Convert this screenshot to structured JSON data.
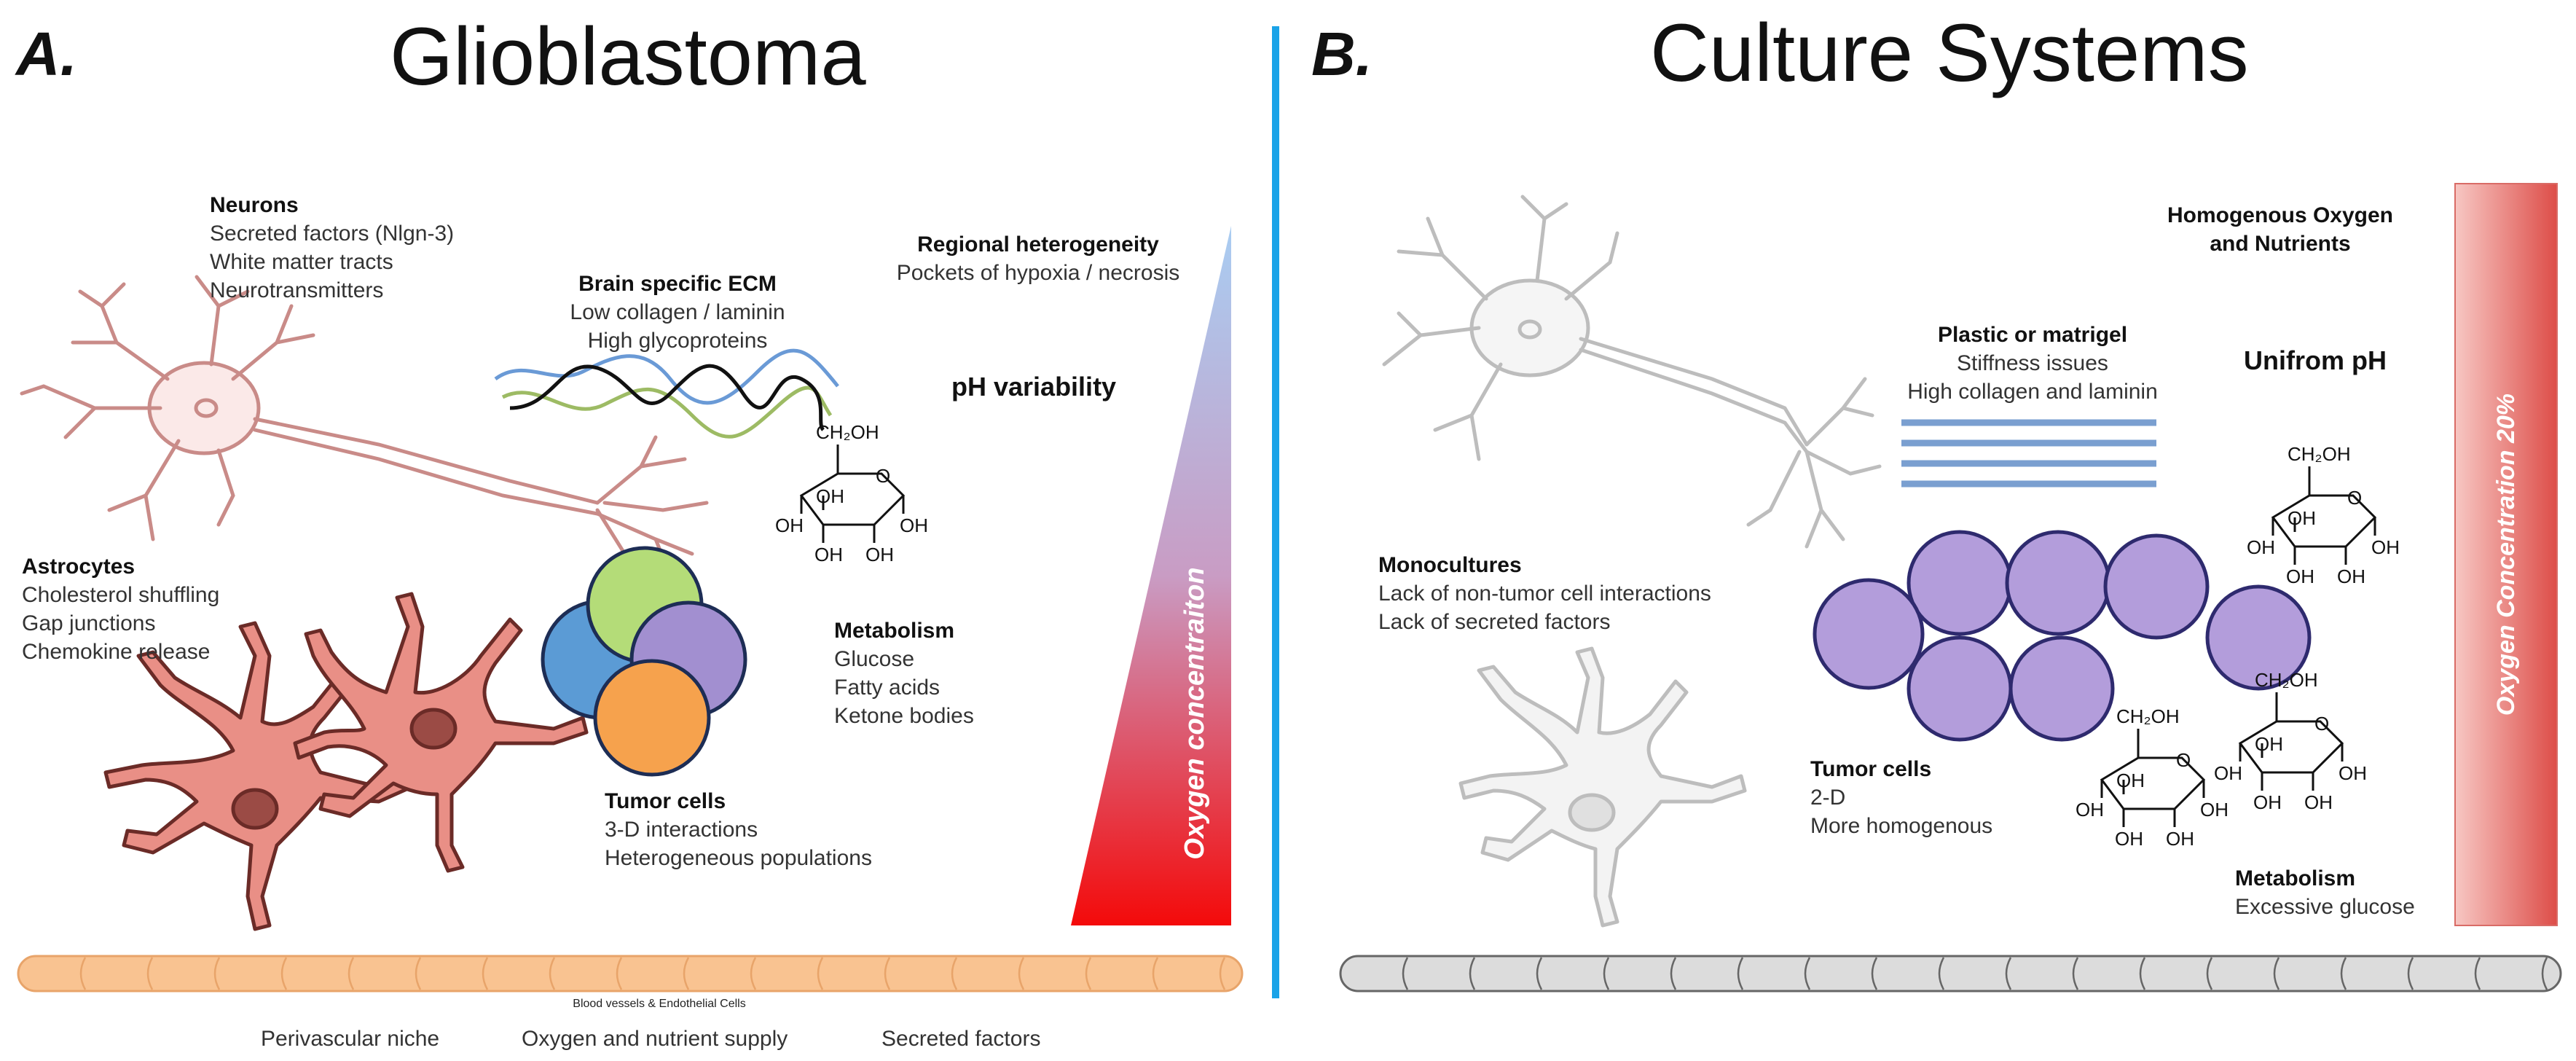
{
  "panel_a": {
    "letter": "A.",
    "title": "Glioblastoma",
    "neurons": {
      "heading": "Neurons",
      "lines": [
        "Secreted factors (Nlgn-3)",
        "White matter tracts",
        "Neurotransmitters"
      ]
    },
    "ecm": {
      "heading": "Brain specific ECM",
      "lines": [
        "Low  collagen / laminin",
        "High glycoproteins"
      ]
    },
    "regional": {
      "heading": "Regional heterogeneity",
      "lines": [
        "Pockets of hypoxia / necrosis"
      ]
    },
    "ph": {
      "heading": "pH variability"
    },
    "astrocytes": {
      "heading": "Astrocytes",
      "lines": [
        "Cholesterol shuffling",
        "Gap junctions",
        "Chemokine release"
      ]
    },
    "metabolism": {
      "heading": "Metabolism",
      "lines": [
        "Glucose",
        "Fatty acids",
        "Ketone bodies"
      ]
    },
    "tumor": {
      "heading": "Tumor cells",
      "lines": [
        "3-D interactions",
        "Heterogeneous populations"
      ]
    },
    "oxygen_label": "Oxygen concentraiton",
    "vessels": {
      "heading": "Blood vessels & Endothelial Cells",
      "lines": [
        "Perivascular niche",
        "Oxygen and nutrient supply",
        "Secreted factors"
      ]
    },
    "colors": {
      "vessel": "#f9c391",
      "vessel_stroke": "#e8a46a",
      "neuron": "#c98b88",
      "astrocyte": "#e98f86",
      "astro_stroke": "#6b2b27",
      "gradient_top": "#a9cdf2",
      "gradient_bottom": "#f40a0a"
    },
    "tumor_cell_colors": [
      "#5b9bd5",
      "#b4dc78",
      "#a28fd0",
      "#f6a24d"
    ]
  },
  "panel_b": {
    "letter": "B.",
    "title": "Culture Systems",
    "oxygen_heading": {
      "lines": [
        "Homogenous Oxygen",
        "and Nutrients"
      ]
    },
    "plastic": {
      "heading": "Plastic or matrigel",
      "lines": [
        "Stiffness issues",
        "High collagen and laminin"
      ]
    },
    "ph": {
      "heading": "Unifrom pH"
    },
    "monocultures": {
      "heading": "Monocultures",
      "lines": [
        "Lack of non-tumor cell interactions",
        "Lack of secreted factors"
      ]
    },
    "tumor": {
      "heading": "Tumor cells",
      "lines": [
        "2-D",
        "More homogenous"
      ]
    },
    "metabolism": {
      "heading": "Metabolism",
      "lines": [
        "Excessive glucose"
      ]
    },
    "oxygen_bar_label": "Oxygen Concentration 20%",
    "colors": {
      "vessel": "#dcdcdc",
      "vessel_stroke": "#666666",
      "neuron": "#bdbdbd",
      "tumor_cell": "#b39ddb",
      "tumor_stroke": "#2e2a6e",
      "matrix_line": "#7a9fd0",
      "bar_light": "#f7c7c3",
      "bar_dark": "#dd4d48"
    }
  },
  "glucose": {
    "ch2oh": "CH₂OH",
    "o": "O",
    "oh": "OH"
  },
  "divider_color": "#1aa3e8"
}
